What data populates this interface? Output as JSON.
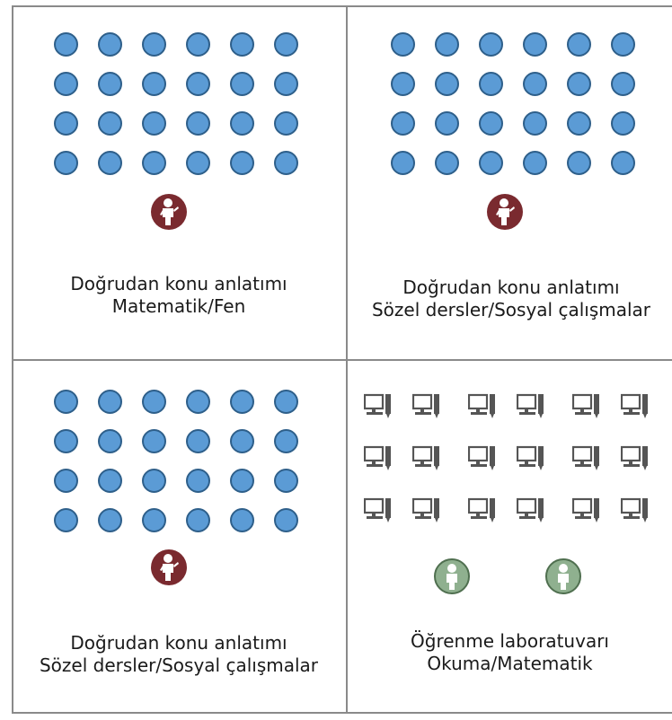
{
  "panels": [
    {
      "line1": "Doğrudan konu anlatımı",
      "line2": "Matematik/Fen"
    },
    {
      "line1": "Doğrudan konu anlatımı",
      "line2": "Sözel dersler/Sosyal çalışmalar"
    },
    {
      "line1": "Doğrudan konu anlatımı",
      "line2": "Sözel dersler/Sosyal çalışmalar"
    },
    {
      "line1": "Öğrenme laboratuvarı",
      "line2": "Okuma/Matematik"
    }
  ],
  "icons": {
    "student": "student-dot-icon",
    "teacher": "teacher-icon",
    "computer": "computer-station-icon",
    "lab_teacher": "lab-teacher-icon"
  },
  "colors": {
    "student": "#5b9bd5",
    "teacher": "#7a2a2f",
    "lab_teacher": "#8fb08f",
    "border": "#8a8a8a"
  }
}
